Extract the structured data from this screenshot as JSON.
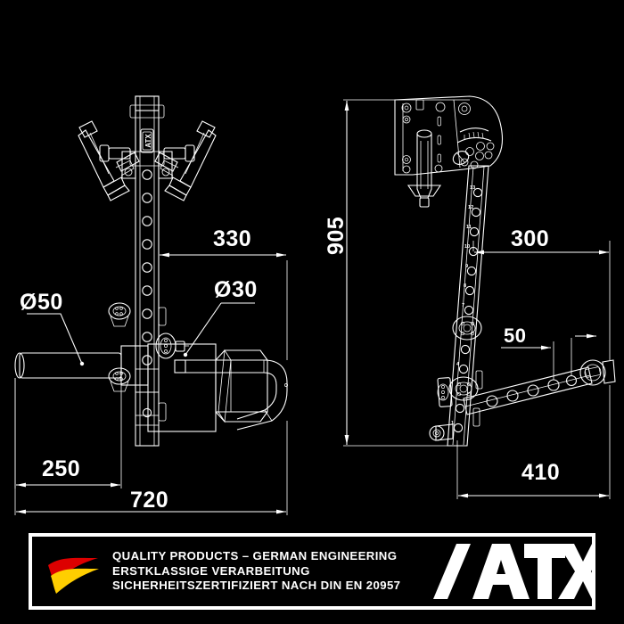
{
  "page": {
    "type": "technical-dimension-drawing",
    "background_color": "#000000",
    "line_color": "#ffffff",
    "product": "ATX wall-mounted power rack / leg raise station",
    "units": "mm"
  },
  "dimensions": {
    "front_view": [
      {
        "id": "d330",
        "label": "330",
        "orientation": "horizontal",
        "value": 330
      },
      {
        "id": "d720",
        "label": "720",
        "orientation": "horizontal",
        "value": 720
      },
      {
        "id": "d250",
        "label": "250",
        "orientation": "horizontal",
        "value": 250
      },
      {
        "id": "dia50",
        "label": "Ø50",
        "orientation": "leader",
        "value": 50
      },
      {
        "id": "dia30",
        "label": "Ø30",
        "orientation": "leader",
        "value": 30
      }
    ],
    "side_view": [
      {
        "id": "d905",
        "label": "905",
        "orientation": "vertical",
        "value": 905
      },
      {
        "id": "d300",
        "label": "300",
        "orientation": "horizontal",
        "value": 300
      },
      {
        "id": "d410",
        "label": "410",
        "orientation": "horizontal",
        "value": 410
      },
      {
        "id": "d50",
        "label": "50",
        "orientation": "horizontal",
        "value": 50
      }
    ]
  },
  "upright": {
    "hole_numbers": [
      "13",
      "12",
      "11",
      "10",
      "9",
      "8",
      "7",
      "6",
      "5",
      "4",
      "3",
      "2",
      "1"
    ],
    "brand_plate": "ATX"
  },
  "footer": {
    "lines": [
      "QUALITY PRODUCTS – GERMAN ENGINEERING",
      "ERSTKLASSIGE VERARBEITUNG",
      "SICHERHEITSZERTIFIZIERT NACH DIN EN 20957"
    ],
    "flag": {
      "name": "german-flag",
      "colors": [
        "#000000",
        "#DD0000",
        "#FFCE00"
      ]
    },
    "logo": {
      "text": "ATX",
      "color": "#ffffff",
      "background": "#000000"
    }
  }
}
